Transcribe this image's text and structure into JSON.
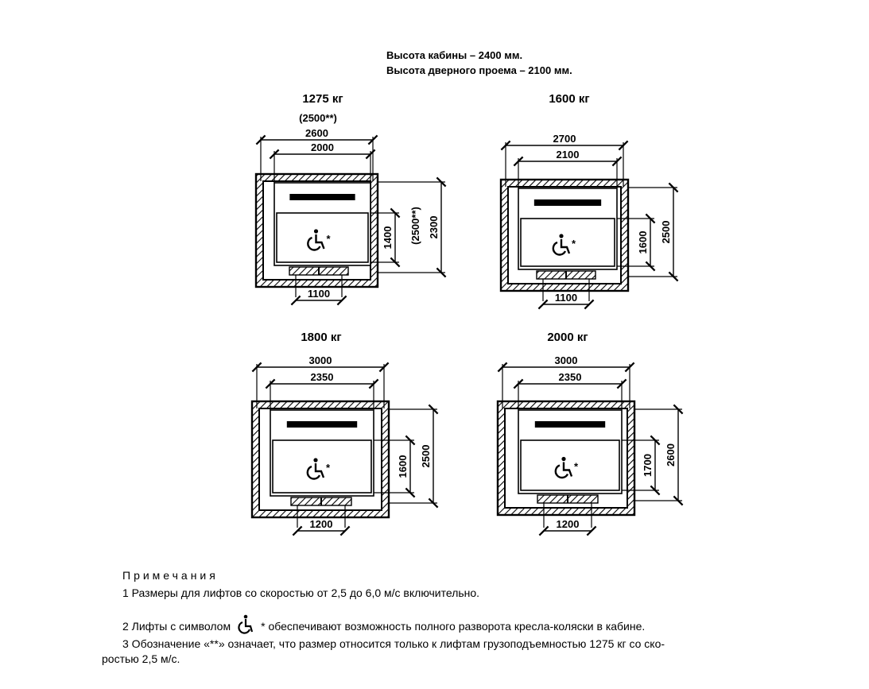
{
  "header": {
    "line1": "Высота кабины – 2400 мм.",
    "line2": "Высота дверного проема – 2100 мм."
  },
  "diagrams": [
    {
      "id": "1275",
      "title": "1275 кг",
      "extra_top_label": "(2500**)",
      "width_outer": "2600",
      "width_inner": "2000",
      "depth_inner": "1400",
      "depth_outer": "2300",
      "depth_alt": "(2500**)",
      "door_width": "1100",
      "wheelchair_mark": "*",
      "wheelchair_icon": "wheelchair-icon"
    },
    {
      "id": "1600",
      "title": "1600 кг",
      "width_outer": "2700",
      "width_inner": "2100",
      "depth_inner": "1600",
      "depth_outer": "2500",
      "door_width": "1100",
      "wheelchair_mark": "*",
      "wheelchair_icon": "wheelchair-icon"
    },
    {
      "id": "1800",
      "title": "1800 кг",
      "width_outer": "3000",
      "width_inner": "2350",
      "depth_inner": "1600",
      "depth_outer": "2500",
      "door_width": "1200",
      "wheelchair_mark": "*",
      "wheelchair_icon": "wheelchair-icon"
    },
    {
      "id": "2000",
      "title": "2000 кг",
      "width_outer": "3000",
      "width_inner": "2350",
      "depth_inner": "1700",
      "depth_outer": "2600",
      "door_width": "1200",
      "wheelchair_mark": "*",
      "wheelchair_icon": "wheelchair-icon"
    }
  ],
  "notes": {
    "heading": "Примечания",
    "note1": "1  Размеры для лифтов со скоростью от 2,5 до 6,0 м/с включительно.",
    "note2_before": "2  Лифты с символом",
    "note2_mark": "*",
    "note2_after": "обеспечивают возможность полного разворота кресла-коляски в кабине.",
    "note3_line1": "3  Обозначение «**» означает, что размер относится только к лифтам грузоподъемностью 1275 кг со ско-",
    "note3_line2": "ростью 2,5 м/с."
  },
  "colors": {
    "ink": "#000000",
    "paper": "#ffffff"
  }
}
